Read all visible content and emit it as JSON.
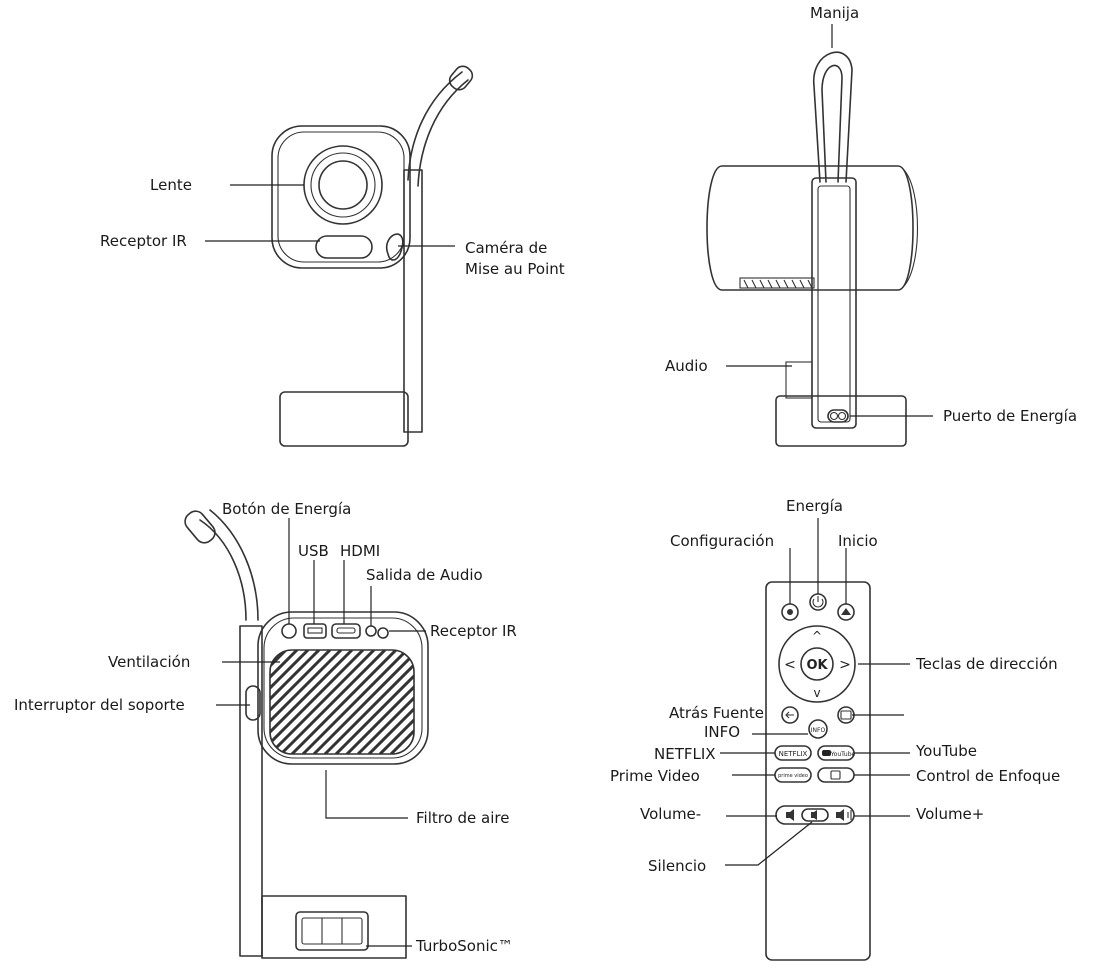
{
  "front_view": {
    "lens": "Lente",
    "ir_receiver": "Receptor IR",
    "focus_camera": "Caméra de\nMise au Point"
  },
  "back_view": {
    "handle": "Manija",
    "audio": "Audio",
    "power_port": "Puerto de Energía"
  },
  "top_view": {
    "power_button": "Botón de Energía",
    "usb": "USB",
    "hdmi": "HDMI",
    "audio_out": "Salida de Audio",
    "ir_receiver": "Receptor IR",
    "ventilation": "Ventilación",
    "stand_switch": "Interruptor del soporte",
    "air_filter": "Filtro de aire",
    "turbosonic": "TurboSonic™"
  },
  "remote": {
    "power": "Energía",
    "settings": "Configuración",
    "home": "Inicio",
    "direction_keys": "Teclas de dirección",
    "back_source": "Atrás Fuente",
    "info": "INFO",
    "netflix": "NETFLIX",
    "youtube": "YouTube",
    "prime_video": "Prime Video",
    "focus_control": "Control de Enfoque",
    "volume_down": "Volume-",
    "volume_up": "Volume+",
    "mute": "Silencio"
  },
  "remote_buttons": {
    "ok": "OK",
    "info": "INFO",
    "netflix": "NETFLIX",
    "youtube": "YouTube",
    "prime": "prime video"
  }
}
